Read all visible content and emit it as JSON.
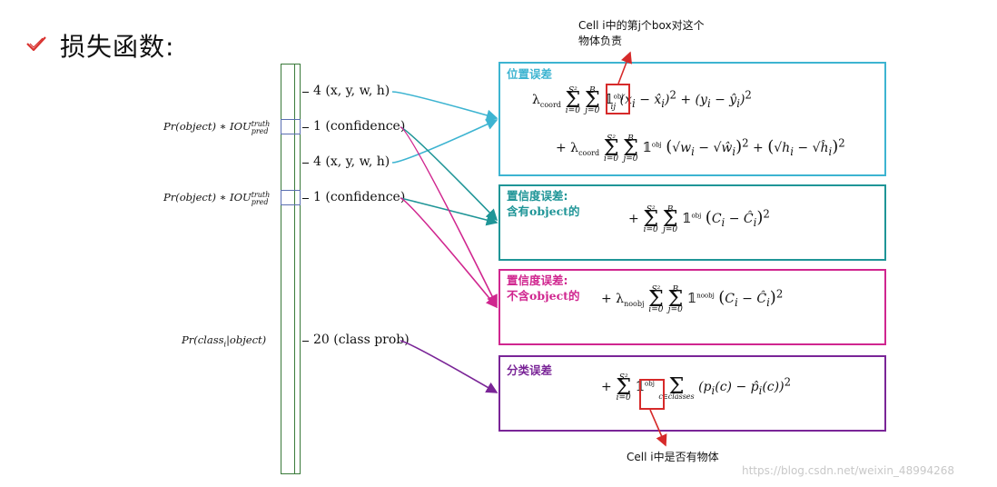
{
  "title": "损失函数:",
  "title_icon": "checkmark-icon",
  "vector": {
    "segments": [
      {
        "label": "4 (x, y, w, h)"
      },
      {
        "label": "1 (confidence)"
      },
      {
        "label": "4 (x, y, w, h)"
      },
      {
        "label": "1 (confidence)"
      },
      {
        "label": "20 (class prob)"
      }
    ],
    "left_labels": {
      "conf1": "Pr(object) ∗ IOU",
      "conf2": "Pr(object) ∗ IOU",
      "iou_sup": "truth",
      "iou_sub": "pred",
      "class": "Pr(class",
      "class_sub": "i",
      "class_end": "|object)"
    }
  },
  "boxes": [
    {
      "label": "位置误差",
      "color": "#3db4d1"
    },
    {
      "label_line1": "置信度误差:",
      "label_line2_a": "含有",
      "label_line2_b": "object",
      "label_line2_c": "的",
      "color": "#1f9597"
    },
    {
      "label_line1": "置信度误差:",
      "label_line2_a": "不含",
      "label_line2_b": "object",
      "label_line2_c": "的",
      "color": "#d0268f"
    },
    {
      "label": "分类误差",
      "color": "#7a2597"
    }
  ],
  "formulas": {
    "f1_line1": "λcoord Σ Σ 1 (xi − x̂i)² + (yi − ŷi)²",
    "f1_line2": "+ λcoord Σ Σ 1 (√wi − √ŵi)² + (√hi − √ĥi)²",
    "f2": "+ Σ Σ 1 (Ci − Ĉi)²",
    "f3": "+ λnoobj Σ Σ 1 (Ci − Ĉi)²",
    "f4": "+ Σ 1 Σ (pi(c) − p̂i(c))²",
    "lambda_coord": "λ",
    "coord": "coord",
    "noobj": "noobj",
    "obj": "obj",
    "S2": "S²",
    "B": "B",
    "i0": "i=0",
    "j0": "j=0",
    "classes": "c∈classes"
  },
  "annotations": {
    "top_line1": "Cell i中的第j个box对这个",
    "top_line2": "物体负责",
    "bottom": "Cell i中是否有物体"
  },
  "watermark": "https://blog.csdn.net/weixin_48994268",
  "colors": {
    "blue": "#3db4d1",
    "teal": "#1f9597",
    "magenta": "#d0268f",
    "purple": "#7a2597",
    "red": "#d62a2a",
    "checkmark": "#d9322f"
  }
}
